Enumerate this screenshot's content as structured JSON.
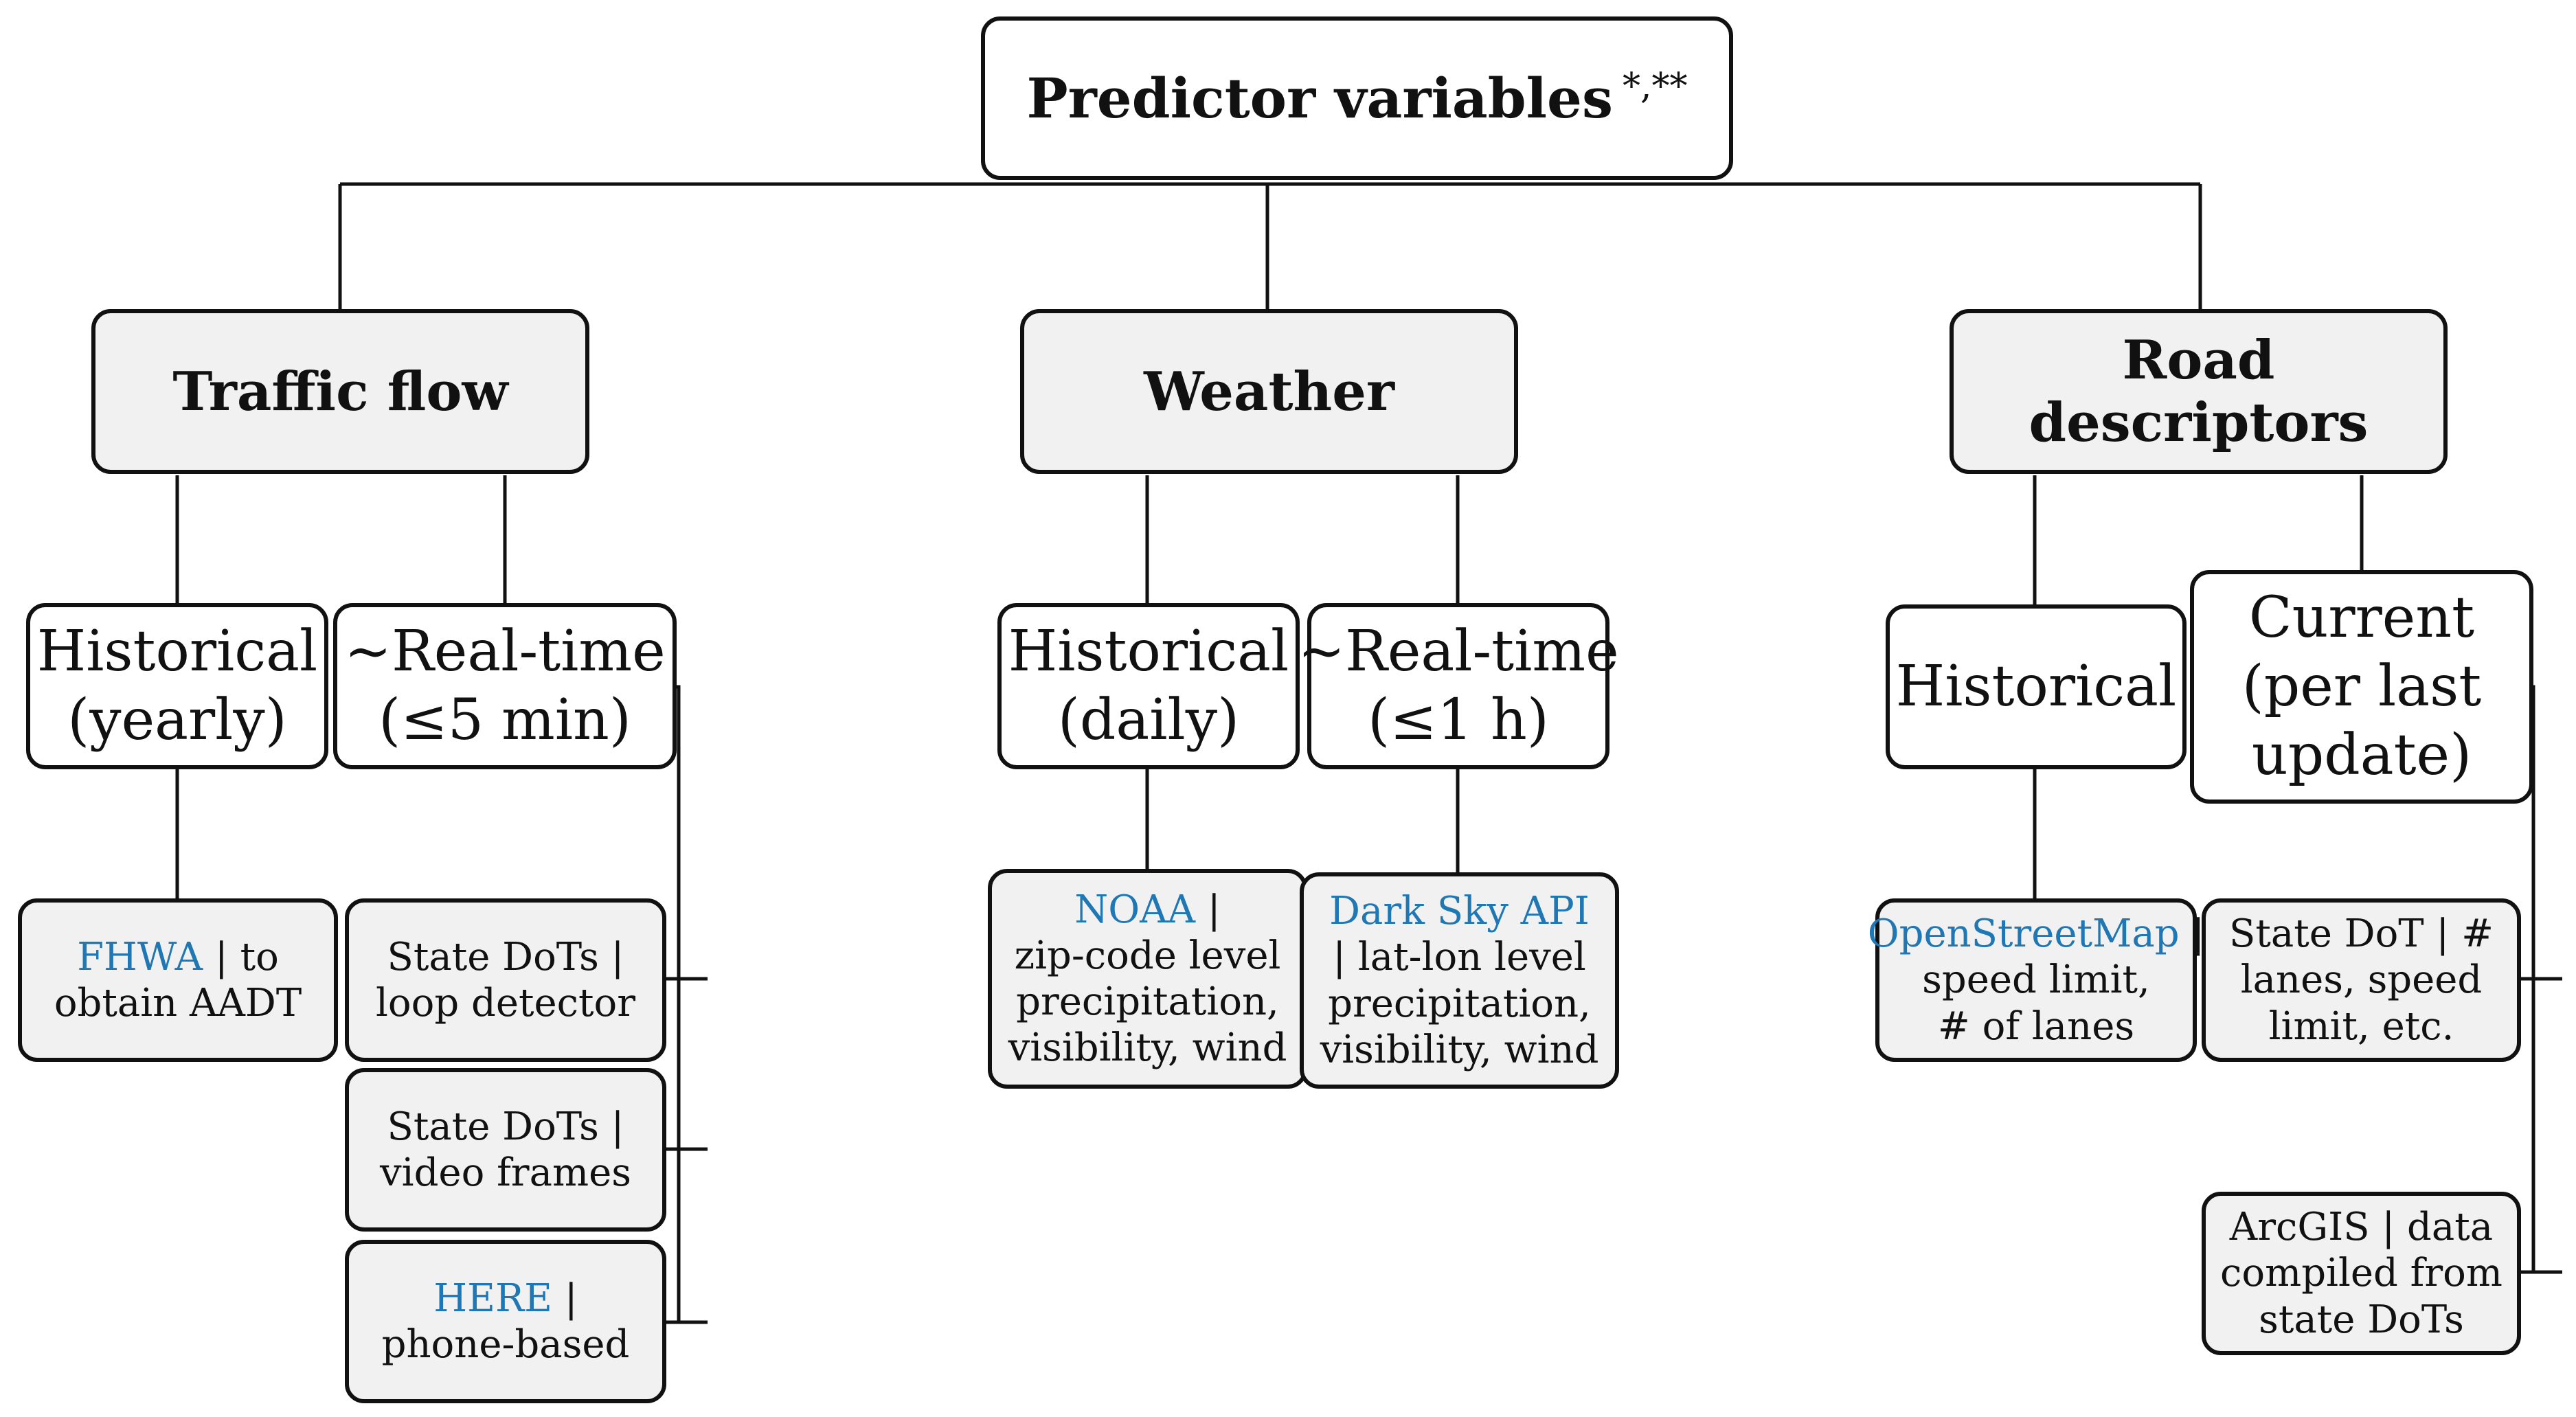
{
  "root": {
    "label": "Predictor variables",
    "sup": "*,**"
  },
  "categories": {
    "traffic": {
      "title": "Traffic flow",
      "historical": {
        "line1": "Historical",
        "line2": "(yearly)"
      },
      "realtime": {
        "line1": "~Real-time",
        "line2": "(≤5 min)"
      },
      "sources": {
        "fhwa": {
          "link": "FHWA",
          "rest": " | to",
          "line2": "obtain AADT"
        },
        "loop": {
          "line1": "State DoTs |",
          "line2": "loop detector"
        },
        "video": {
          "line1": "State DoTs |",
          "line2": "video frames"
        },
        "here": {
          "link": "HERE",
          "rest": " |",
          "line2": "phone-based"
        }
      }
    },
    "weather": {
      "title": "Weather",
      "historical": {
        "line1": "Historical",
        "line2": "(daily)"
      },
      "realtime": {
        "line1": "~Real-time",
        "line2": "(≤1 h)"
      },
      "sources": {
        "noaa": {
          "link": "NOAA",
          "rest": " |",
          "line2": "zip-code level",
          "line3": "precipitation,",
          "line4": "visibility, wind"
        },
        "darksky": {
          "link": "Dark Sky API",
          "line2": "| lat-lon level",
          "line3": "precipitation,",
          "line4": "visibility, wind"
        }
      }
    },
    "road": {
      "title": "Road descriptors",
      "historical": {
        "line1": "Historical"
      },
      "current": {
        "line1": "Current",
        "line2": "(per last",
        "line3": "update)"
      },
      "sources": {
        "osm": {
          "link": "OpenStreetMap",
          "rest": " |",
          "line2": "speed limit,",
          "line3": "# of lanes"
        },
        "statedot": {
          "line1": "State DoT | #",
          "line2": "lanes, speed",
          "line3": "limit, etc."
        },
        "arcgis": {
          "line1": "ArcGIS | data",
          "line2": "compiled from",
          "line3": "state DoTs"
        }
      }
    }
  }
}
